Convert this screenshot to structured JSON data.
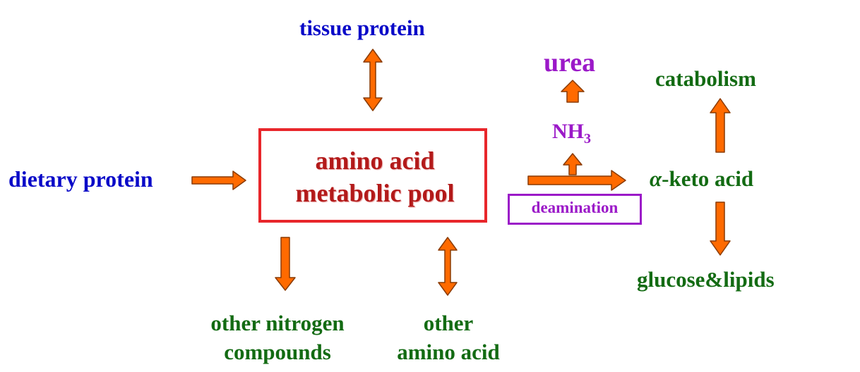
{
  "nodes": {
    "tissue_protein": "tissue protein",
    "dietary_protein": "dietary protein",
    "pool_line1": "amino acid",
    "pool_line2": "metabolic pool",
    "other_nitrogen_line1": "other nitrogen",
    "other_nitrogen_line2": "compounds",
    "other_amino_line1": "other",
    "other_amino_line2": "amino acid",
    "urea": "urea",
    "nh3_base": "NH",
    "nh3_sub": "3",
    "deamination": "deamination",
    "keto_alpha": "α",
    "keto_rest": "-keto acid",
    "catabolism": "catabolism",
    "glucose_lipids": "glucose&lipids"
  },
  "colors": {
    "arrow_fill": "#ff6a00",
    "arrow_stroke": "#8a3a00",
    "pool_border": "#e8262b",
    "pool_text": "#b31a1a",
    "blue_text": "#0a0ac8",
    "green_text": "#136b13",
    "purple_text": "#9b19c8"
  }
}
